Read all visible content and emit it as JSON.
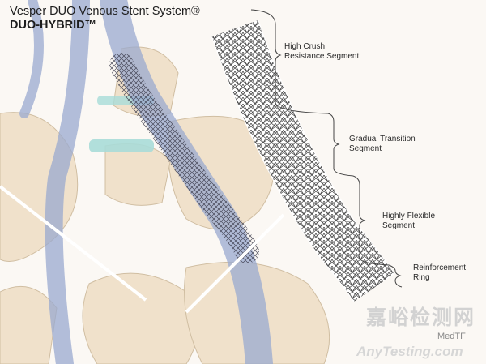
{
  "title": {
    "line1": "Vesper DUO Venous Stent System®",
    "line2": "DUO-HYBRID™"
  },
  "segments": [
    {
      "label1": "High Crush",
      "label2": "Resistance Segment"
    },
    {
      "label1": "Gradual Transition",
      "label2": "Segment"
    },
    {
      "label1": "Highly Flexible",
      "label2": "Segment"
    },
    {
      "label1": "Reinforcement",
      "label2": "Ring"
    }
  ],
  "watermark": {
    "cn": "嘉峪检测网",
    "en": "AnyTesting.com",
    "source": "MedTF"
  },
  "colors": {
    "bone": "#ecd9bc",
    "vein": "#9aaad0",
    "disc": "#a8dcd8",
    "stent": "#555555"
  }
}
